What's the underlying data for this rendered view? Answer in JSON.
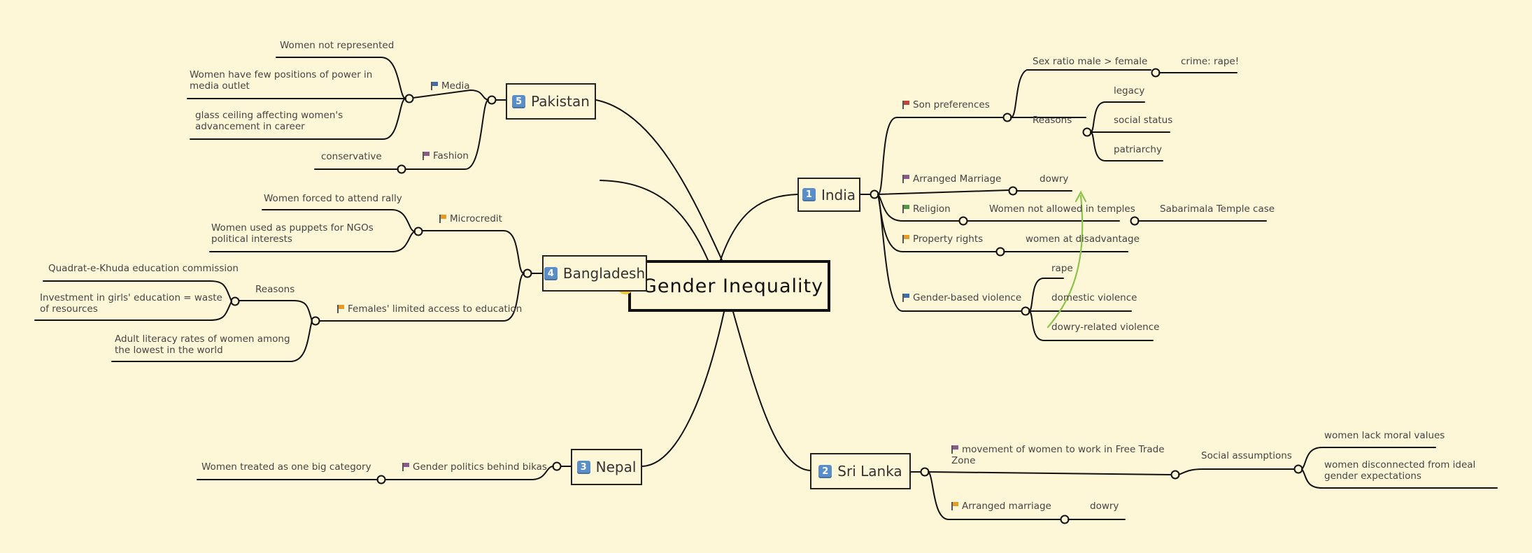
{
  "central": {
    "title": "Gender  Inequality",
    "emoji": "worried-face-icon"
  },
  "flag_colors": {
    "red": "#c0453a",
    "purple": "#8a5a8c",
    "green": "#4f9a48",
    "orange": "#e59b2a",
    "blue": "#3d6fa6"
  },
  "topics": {
    "india": {
      "num": "1",
      "label": "India"
    },
    "srilanka": {
      "num": "2",
      "label": "Sri Lanka"
    },
    "nepal": {
      "num": "3",
      "label": "Nepal"
    },
    "bangladesh": {
      "num": "4",
      "label": "Bangladesh"
    },
    "pakistan": {
      "num": "5",
      "label": "Pakistan"
    }
  },
  "india": {
    "son_preferences": "Son preferences",
    "sex_ratio": "Sex ratio male > female",
    "crime_rape": "crime: rape!",
    "reasons": "Reasons",
    "legacy": "legacy",
    "social_status": "social status",
    "patriarchy": "patriarchy",
    "arranged_marriage": "Arranged Marriage",
    "dowry": "dowry",
    "religion": "Religion",
    "women_not_allowed": "Women not allowed in temples",
    "sabarimala": "Sabarimala Temple case",
    "property_rights": "Property rights",
    "women_disadvantage": "women at disadvantage",
    "gender_violence": "Gender-based violence",
    "rape": "rape",
    "domestic_violence": "domestic violence",
    "dowry_violence": "dowry-related violence"
  },
  "srilanka": {
    "movement": "movement of women to work in Free Trade Zone",
    "social_assumptions": "Social assumptions",
    "lack_moral": "women lack moral values",
    "disconnected": "women disconnected from ideal gender expectations",
    "arranged_marriage": "Arranged marriage",
    "dowry": "dowry"
  },
  "nepal": {
    "gender_politics": "Gender politics behind bikas",
    "one_category": "Women treated as one big category"
  },
  "bangladesh": {
    "microcredit": "Microcredit",
    "forced_rally": "Women forced to attend rally",
    "puppets": "Women used as puppets for NGOs political interests",
    "females_access": "Females' limited access to education",
    "reasons": "Reasons",
    "quadrat": "Quadrat-e-Khuda education commission",
    "investment": "Investment in girls' education = waste of resources",
    "literacy": "Adult literacy rates of women among the lowest in the world"
  },
  "pakistan": {
    "media": "Media",
    "not_represented": "Women not represented",
    "few_positions": "Women have few positions of power in media outlet",
    "glass_ceiling": "glass ceiling affecting women's advancement in career",
    "fashion": "Fashion",
    "conservative": "conservative"
  }
}
